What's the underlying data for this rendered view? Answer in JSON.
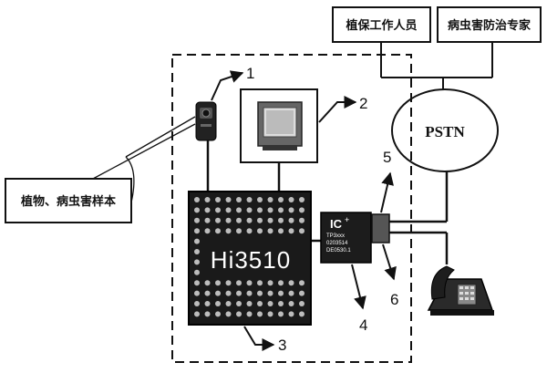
{
  "people": {
    "plant_staff": "植保工作人员",
    "pest_expert": "病虫害防治专家"
  },
  "network": {
    "label": "PSTN"
  },
  "sample": {
    "label": "植物、病虫害样本"
  },
  "processor": {
    "label": "Hi3510"
  },
  "interface_chip": {
    "brand": "IC",
    "brand_mark": "+",
    "line1": "TP3xxx",
    "line2": "0203514",
    "line3": "DE0530.1"
  },
  "callouts": [
    "1",
    "2",
    "3",
    "4",
    "5",
    "6"
  ]
}
